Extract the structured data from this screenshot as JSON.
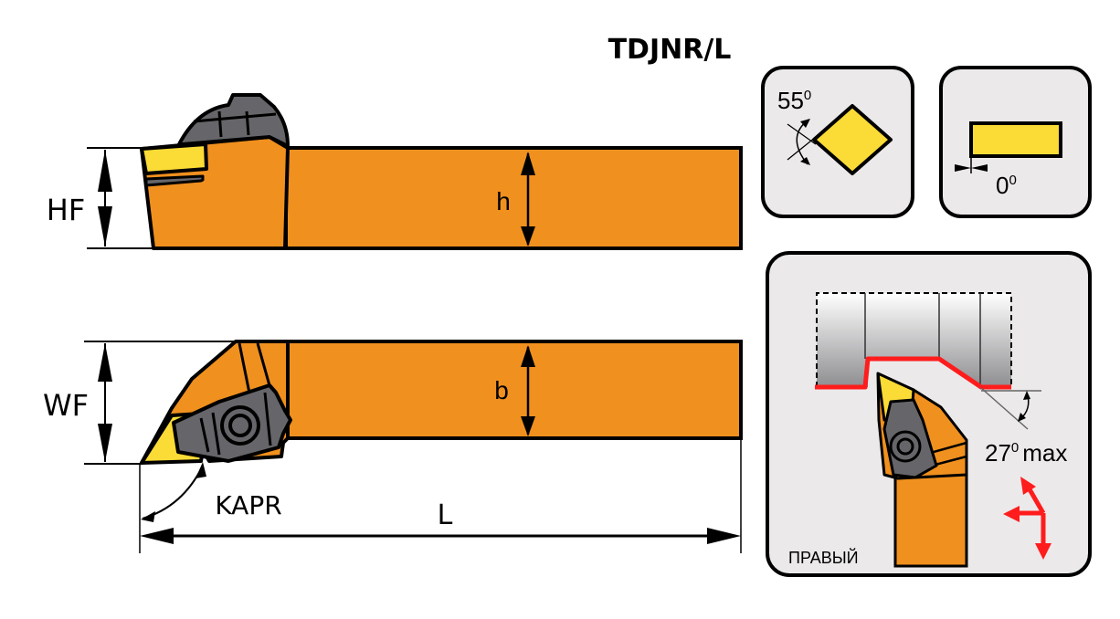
{
  "title": "TDJNR/L",
  "colors": {
    "holder_orange": "#f0901e",
    "insert_yellow": "#fbdb35",
    "clamp_gray": "#666569",
    "panel_bg": "#ebe9ea",
    "outline": "#000000",
    "red_path": "#ff1c1c"
  },
  "dimensions": {
    "hf": "HF",
    "h": "h",
    "wf": "WF",
    "b": "b",
    "kapr": "KAPR",
    "l": "L"
  },
  "panels": {
    "insert_shape": {
      "angle_value": "55",
      "angle_unit": "0",
      "shape": "rhombus"
    },
    "clearance": {
      "angle_value": "0",
      "angle_unit": "0"
    },
    "application": {
      "max_angle_value": "27",
      "max_angle_unit": "0",
      "max_angle_suffix": "max",
      "hand_label": "ПРАВЫЙ",
      "feed_directions": [
        "left",
        "diagonal-up-left",
        "down"
      ]
    }
  }
}
